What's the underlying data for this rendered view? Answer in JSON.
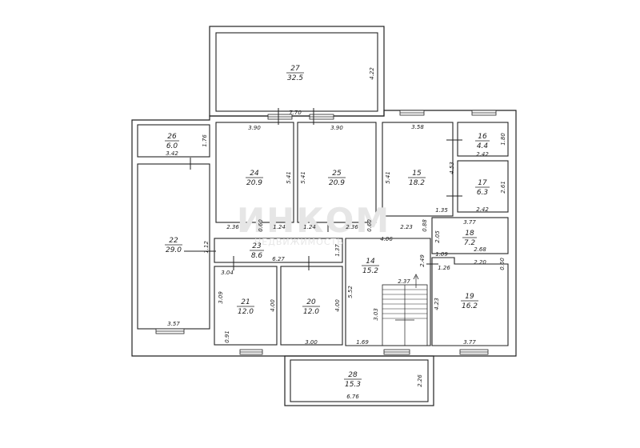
{
  "rooms": [
    {
      "num": "27",
      "area": "32.5"
    },
    {
      "num": "26",
      "area": "6.0"
    },
    {
      "num": "24",
      "area": "20.9"
    },
    {
      "num": "25",
      "area": "20.9"
    },
    {
      "num": "15",
      "area": "18.2"
    },
    {
      "num": "16",
      "area": "4.4"
    },
    {
      "num": "17",
      "area": "6.3"
    },
    {
      "num": "18",
      "area": "7.2"
    },
    {
      "num": "22",
      "area": "29.0"
    },
    {
      "num": "23",
      "area": "8.6"
    },
    {
      "num": "14",
      "area": "15.2"
    },
    {
      "num": "21",
      "area": "12.0"
    },
    {
      "num": "20",
      "area": "12.0"
    },
    {
      "num": "19",
      "area": "16.2"
    },
    {
      "num": "28",
      "area": "15.3"
    }
  ],
  "dims": {
    "d_7_70": "7.70",
    "d_4_22": "4.22",
    "d_3_90a": "3.90",
    "d_3_90b": "3.90",
    "d_3_58": "3.58",
    "d_1_76": "1.76",
    "d_3_42": "3.42",
    "d_5_41a": "5.41",
    "d_5_41b": "5.41",
    "d_5_41c": "5.41",
    "d_4_53": "4.53",
    "d_2_42a": "2.42",
    "d_1_80": "1.80",
    "d_2_61": "2.61",
    "d_2_42b": "2.42",
    "d_1_35": "1.35",
    "d_2_36a": "2.36",
    "d_0_60a": "0.60",
    "d_1_24a": "1.24",
    "d_1_24b": "1.24",
    "d_0_60b": "0.60",
    "d_2_36b": "2.36",
    "d_2_23": "2.23",
    "d_0_88": "0.88",
    "d_3_77a": "3.77",
    "d_2_05": "2.05",
    "d_2_68": "2.68",
    "d_4_06": "4.06",
    "d_1_37": "1.37",
    "d_1_12": "1.12",
    "d_6_27": "6.27",
    "d_1_09": "1.09",
    "d_2_49": "2.49",
    "d_1_26": "1.26",
    "d_2_20": "2.20",
    "d_0_60c": "0.60",
    "d_3_04": "3.04",
    "d_3_09": "3.09",
    "d_4_00a": "4.00",
    "d_4_00b": "4.00",
    "d_5_52": "5.52",
    "d_2_37": "2.37",
    "d_3_03": "3.03",
    "d_4_23": "4.23",
    "d_3_57": "3.57",
    "d_0_91": "0.91",
    "d_3_00": "3.00",
    "d_1_69": "1.69",
    "d_3_77b": "3.77",
    "d_2_26": "2.26",
    "d_6_76": "6.76"
  },
  "watermark": {
    "brand": "ИНКОМ",
    "sub": "НЕДВИЖИМОСТЬ"
  }
}
